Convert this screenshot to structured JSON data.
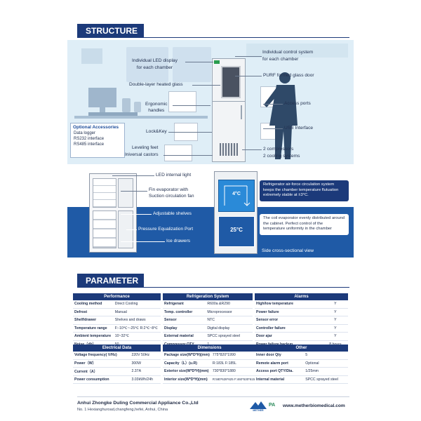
{
  "structure": {
    "title": "STRUCTURE",
    "labels": {
      "control_system": "Individual control system\nfor each chamber",
      "led_display": "Individual  LED display\nfor each chamber",
      "heated_glass": "Double-layer heated glass",
      "purf_door": "PURF formed glass door",
      "handles": "Ergonomic\nhandles",
      "access_ports": "Access ports",
      "lock_key": "Lock&Key",
      "usb": "USB Interface",
      "leveling_feet": "Leveling feet",
      "castors": "Universal castors",
      "compressors": "2 compressors",
      "cooling_systems": "2 cooling systems"
    },
    "accessories": {
      "title": "Optional Accessories",
      "items": [
        "Data logger",
        "RS232 interface",
        "RS485 interface"
      ]
    },
    "lower_labels": {
      "led_light": "LED internal light",
      "fin_evaporator": "Fin evaporator with\nSuction circulation fan",
      "shelves": "Adjustable shelves",
      "pressure_port": "Pressure Equalization Port",
      "ice_drawers": "Ice drawers",
      "side_view": "Side cross-sectional view"
    },
    "callouts": {
      "refrigerator": "Refrigerator air-force circulation system keeps the chamber temperature flutuation extremely stable at ±3°C.",
      "coil": "The coil evaporator evenly distributed around the cabinet. Perfect control of the temperature uniformity in the chamber"
    },
    "cabinet_temps": {
      "top": "4°C",
      "bottom": "25°C"
    }
  },
  "parameter": {
    "title": "PARAMETER",
    "performance": {
      "header": "Performance",
      "rows": [
        [
          "Cooling method",
          "Direct Cooling"
        ],
        [
          "Defrost",
          "Manual"
        ],
        [
          "Shelf/drawer",
          "Shelves and draws"
        ],
        [
          "Temperature range",
          "F:-10℃~-25℃ R:2℃~8℃"
        ],
        [
          "Ambient temperature",
          "10~32℃"
        ],
        [
          "Noise（db）",
          "50"
        ]
      ]
    },
    "refrigeration": {
      "header": "Refrigeration System",
      "rows": [
        [
          "Refrigerant",
          "R600a &R290"
        ],
        [
          "Temp. controller",
          "Microprocessor"
        ],
        [
          "Sensor",
          "NTC"
        ],
        [
          "Display",
          "Digital display"
        ],
        [
          "External material",
          "SPCC sprayed steel"
        ],
        [
          "Compressor QTY",
          "1"
        ]
      ]
    },
    "alarms": {
      "header": "Alarms",
      "rows": [
        [
          "High/low temperature",
          "Y"
        ],
        [
          "Power failure",
          "Y"
        ],
        [
          "Sensor error",
          "Y"
        ],
        [
          "Controller failure",
          "Y"
        ],
        [
          "Door ajar",
          "Y"
        ],
        [
          "Power failure backup",
          "8 hours"
        ]
      ]
    },
    "electrical": {
      "header": "Electrical Data",
      "rows": [
        [
          "Voltage frequency( V/Hz)",
          "220V 50Hz"
        ],
        [
          "Power（W）",
          "300W"
        ],
        [
          "Current（A）",
          "2.37A"
        ],
        [
          "Power consumption",
          "3.03kWh/24h"
        ]
      ]
    },
    "dimensions": {
      "header": "Dimensions",
      "rows": [
        [
          "Package size(W*D*H)(mm)",
          "775*820*1990"
        ],
        [
          "Capacity（L）(u.R)",
          "R:183L  F:185L"
        ],
        [
          "Exterior size(W*D*H)(mm)",
          "730*830*1880"
        ],
        [
          "Interior size(W*D*H)(mm)",
          "R:580*628*625 F:460*530*615"
        ]
      ]
    },
    "other": {
      "header": "Other",
      "rows": [
        [
          "Inner door Qty",
          "5"
        ],
        [
          "Remote alarm port",
          "Optional"
        ],
        [
          "Access port QTY/Dia.",
          "1/25mm"
        ],
        [
          "Internal material",
          "SPCC sprayed steel"
        ]
      ]
    }
  },
  "footer": {
    "company": "Anhui Zhongke Duling Commercial Appliance Co.,Ltd",
    "address": "No. 1 Hexianghuroad,changfeng,hefei, Anhui, China",
    "logo_text": "METHER",
    "logo_mark": "PA",
    "website": "www.metherbiomedical.com"
  },
  "colors": {
    "primary": "#1c3a7a",
    "band": "#1f5aa6",
    "banner": "#dfeef7",
    "cabinet_blue": "#2a8ad8"
  }
}
